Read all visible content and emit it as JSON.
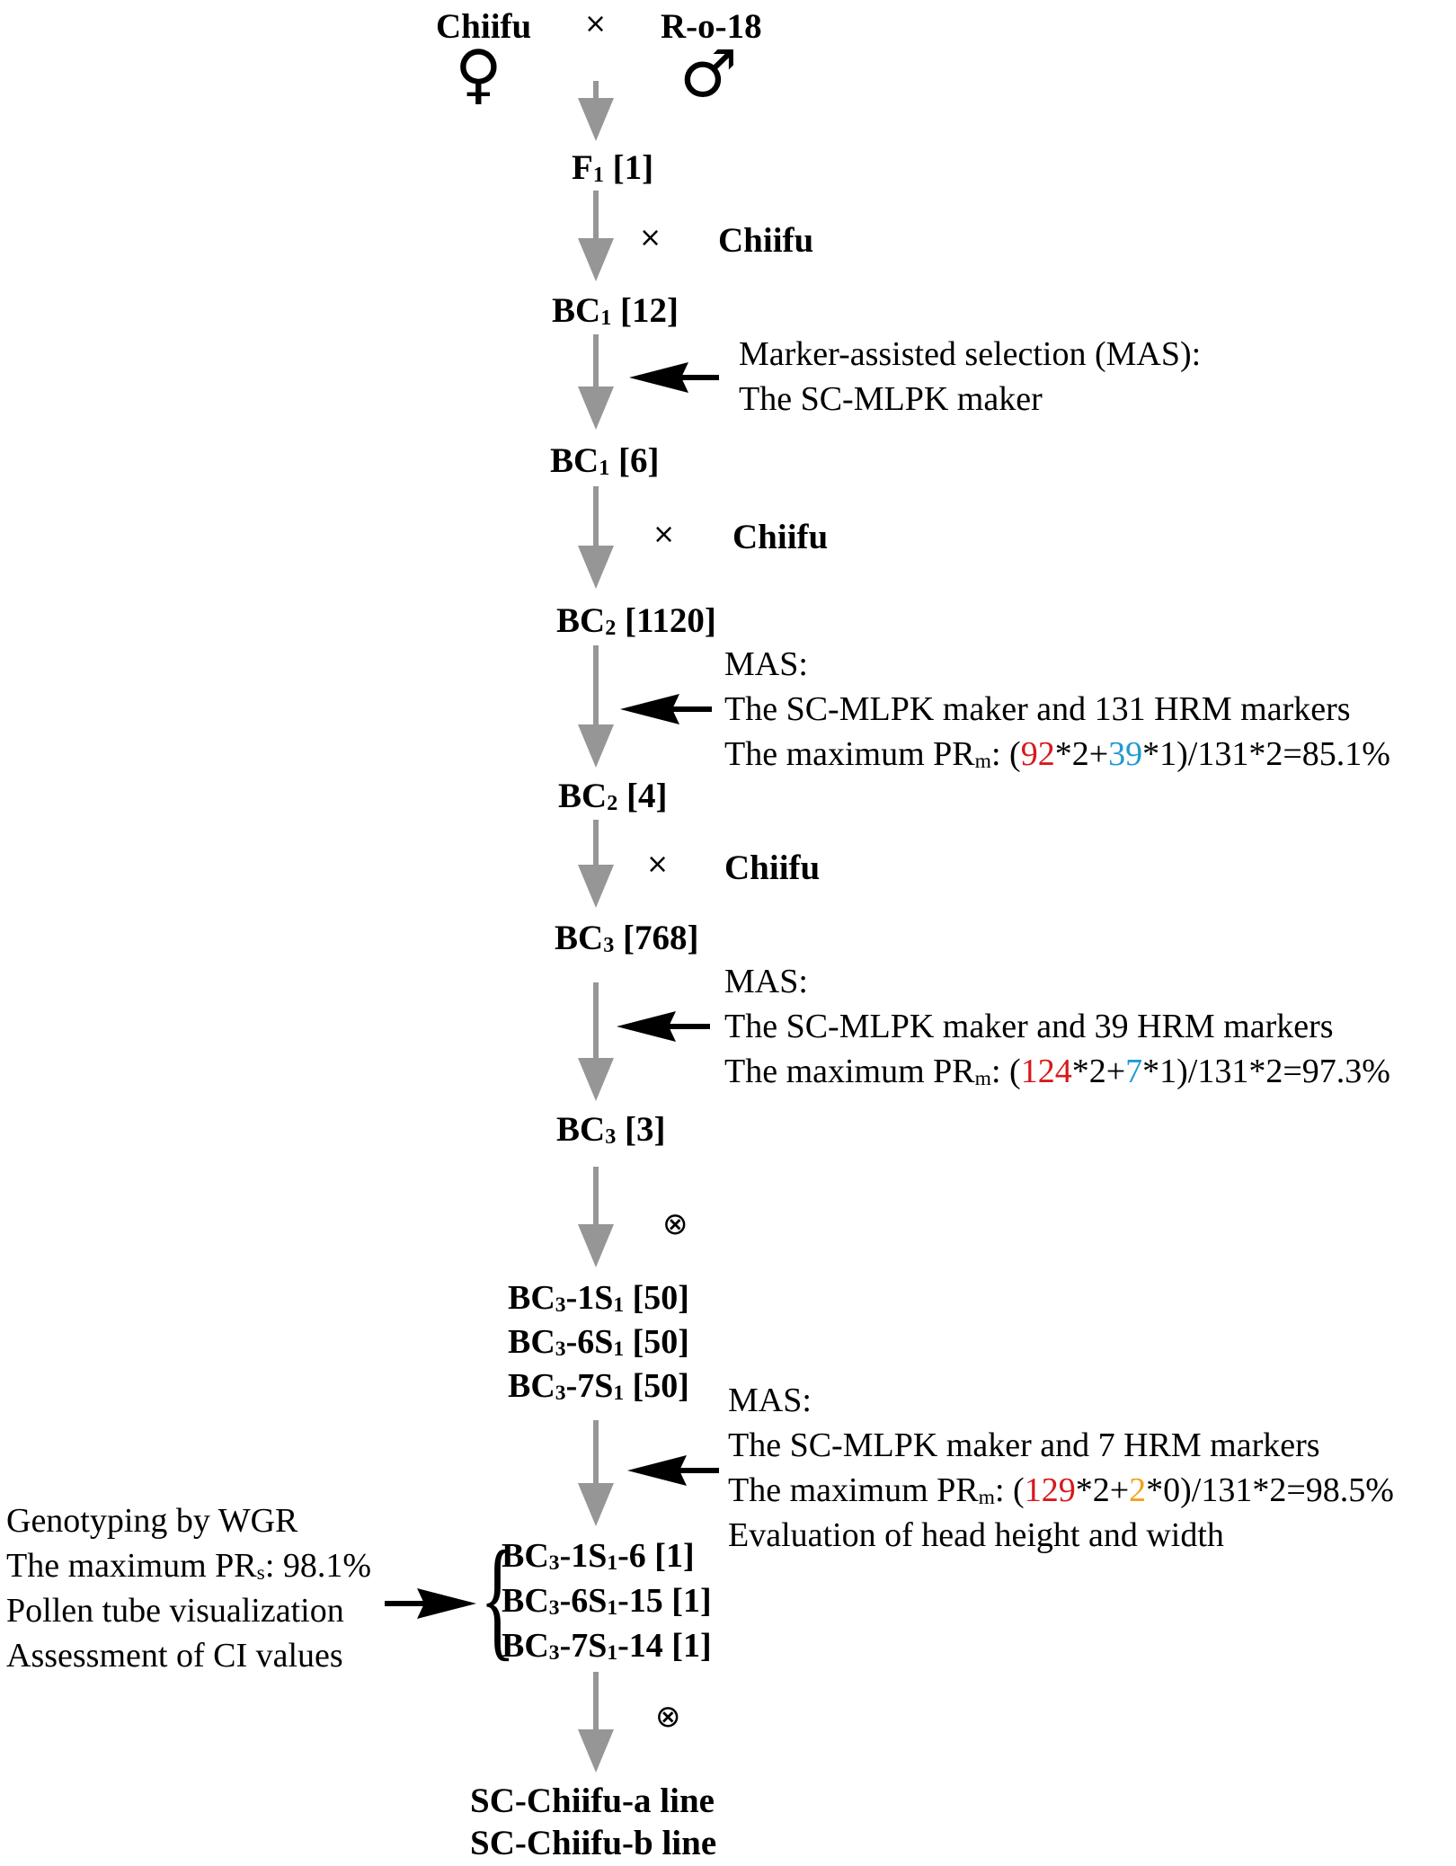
{
  "cross": {
    "female": "Chiifu",
    "male": "R-o-18",
    "cross_symbol": "×",
    "female_symbol": "♀",
    "male_symbol": "♂"
  },
  "generations": {
    "f1": {
      "main": "F",
      "sub": "1",
      "count": "[1]"
    },
    "bc1a": {
      "main": "BC",
      "sub": "1",
      "count": "[12]"
    },
    "bc1b": {
      "main": "BC",
      "sub": "1",
      "count": "[6]"
    },
    "bc2a": {
      "main": "BC",
      "sub": "2",
      "count": "[1120]"
    },
    "bc2b": {
      "main": "BC",
      "sub": "2",
      "count": "[4]"
    },
    "bc3a": {
      "main": "BC",
      "sub": "3",
      "count": "[768]"
    },
    "bc3b": {
      "main": "BC",
      "sub": "3",
      "count": "[3]"
    }
  },
  "backcross": {
    "symbol": "×",
    "parent1": "Chiifu",
    "parent2": "Chiifu",
    "parent3": "Chiifu"
  },
  "selfing_symbol": "⊗",
  "bc3s1": [
    {
      "a": "BC",
      "s1": "3",
      "b": "-1S",
      "s2": "1",
      "c": " [50]"
    },
    {
      "a": "BC",
      "s1": "3",
      "b": "-6S",
      "s2": "1",
      "c": " [50]"
    },
    {
      "a": "BC",
      "s1": "3",
      "b": "-7S",
      "s2": "1",
      "c": " [50]"
    }
  ],
  "selected": [
    {
      "a": "BC",
      "s1": "3",
      "b": "-1S",
      "s2": "1",
      "c": "-6 [1]"
    },
    {
      "a": "BC",
      "s1": "3",
      "b": "-6S",
      "s2": "1",
      "c": "-15 [1]"
    },
    {
      "a": "BC",
      "s1": "3",
      "b": "-7S",
      "s2": "1",
      "c": "-14 [1]"
    }
  ],
  "selected_brace": "{",
  "final_lines": [
    "SC-Chiifu-a line",
    "SC-Chiifu-b line"
  ],
  "mas1": {
    "line1": "Marker-assisted selection (MAS):",
    "line2": "The SC-MLPK maker"
  },
  "mas2": {
    "line1": "MAS:",
    "line2": "The SC-MLPK maker and 131 HRM markers",
    "pr_prefix": "The maximum PR",
    "pr_sub": "m",
    "pr_colon": ": (",
    "v1": "92",
    "mid": "*2+",
    "v2": "39",
    "tail": "*1)/131*2=85.1%"
  },
  "mas3": {
    "line1": "MAS:",
    "line2": "The SC-MLPK maker and 39 HRM markers",
    "pr_prefix": "The maximum PR",
    "pr_sub": "m",
    "pr_colon": ": (",
    "v1": "124",
    "mid": "*2+",
    "v2": "7",
    "tail": "*1)/131*2=97.3%"
  },
  "mas4": {
    "line1": "MAS:",
    "line2": "The SC-MLPK maker and 7 HRM markers",
    "pr_prefix": "The maximum PR",
    "pr_sub": "m",
    "pr_colon": ": (",
    "v1": "129",
    "mid": "*2+",
    "v2": "2",
    "tail": "*0)/131*2=98.5%",
    "line4": "Evaluation of head height and width"
  },
  "left_note": {
    "line1": "Genotyping by WGR",
    "pr_prefix": "The maximum PR",
    "pr_sub": "s",
    "pr_value": ": 98.1%",
    "line3": "Pollen tube visualization",
    "line4": "Assessment of CI values"
  },
  "colors": {
    "flow_arrow": "#969696",
    "selection_arrow": "#000000",
    "chromosome_count_highlight": "#d7191c",
    "heterozygous_highlight": "#1f9bd2",
    "other_highlight": "#f0a21a"
  }
}
